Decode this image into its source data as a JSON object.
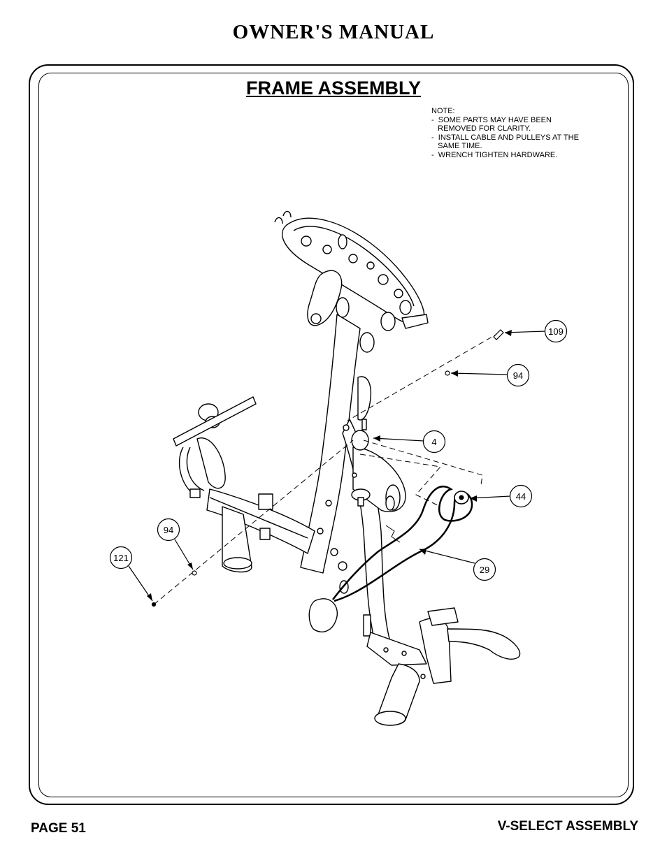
{
  "header": {
    "title": "OWNER'S MANUAL"
  },
  "section": {
    "title": "FRAME ASSEMBLY"
  },
  "notes": {
    "heading": "NOTE:",
    "lines": [
      "-  SOME PARTS MAY HAVE BEEN",
      "   REMOVED FOR CLARITY.",
      "-  INSTALL CABLE AND PULLEYS AT THE",
      "   SAME TIME.",
      "-  WRENCH TIGHTEN HARDWARE."
    ]
  },
  "callouts": {
    "c109": "109",
    "c94_upper": "94",
    "c4": "4",
    "c44": "44",
    "c29": "29",
    "c94_lower": "94",
    "c121": "121"
  },
  "footer": {
    "page": "PAGE 51",
    "section": "V-SELECT ASSEMBLY"
  }
}
